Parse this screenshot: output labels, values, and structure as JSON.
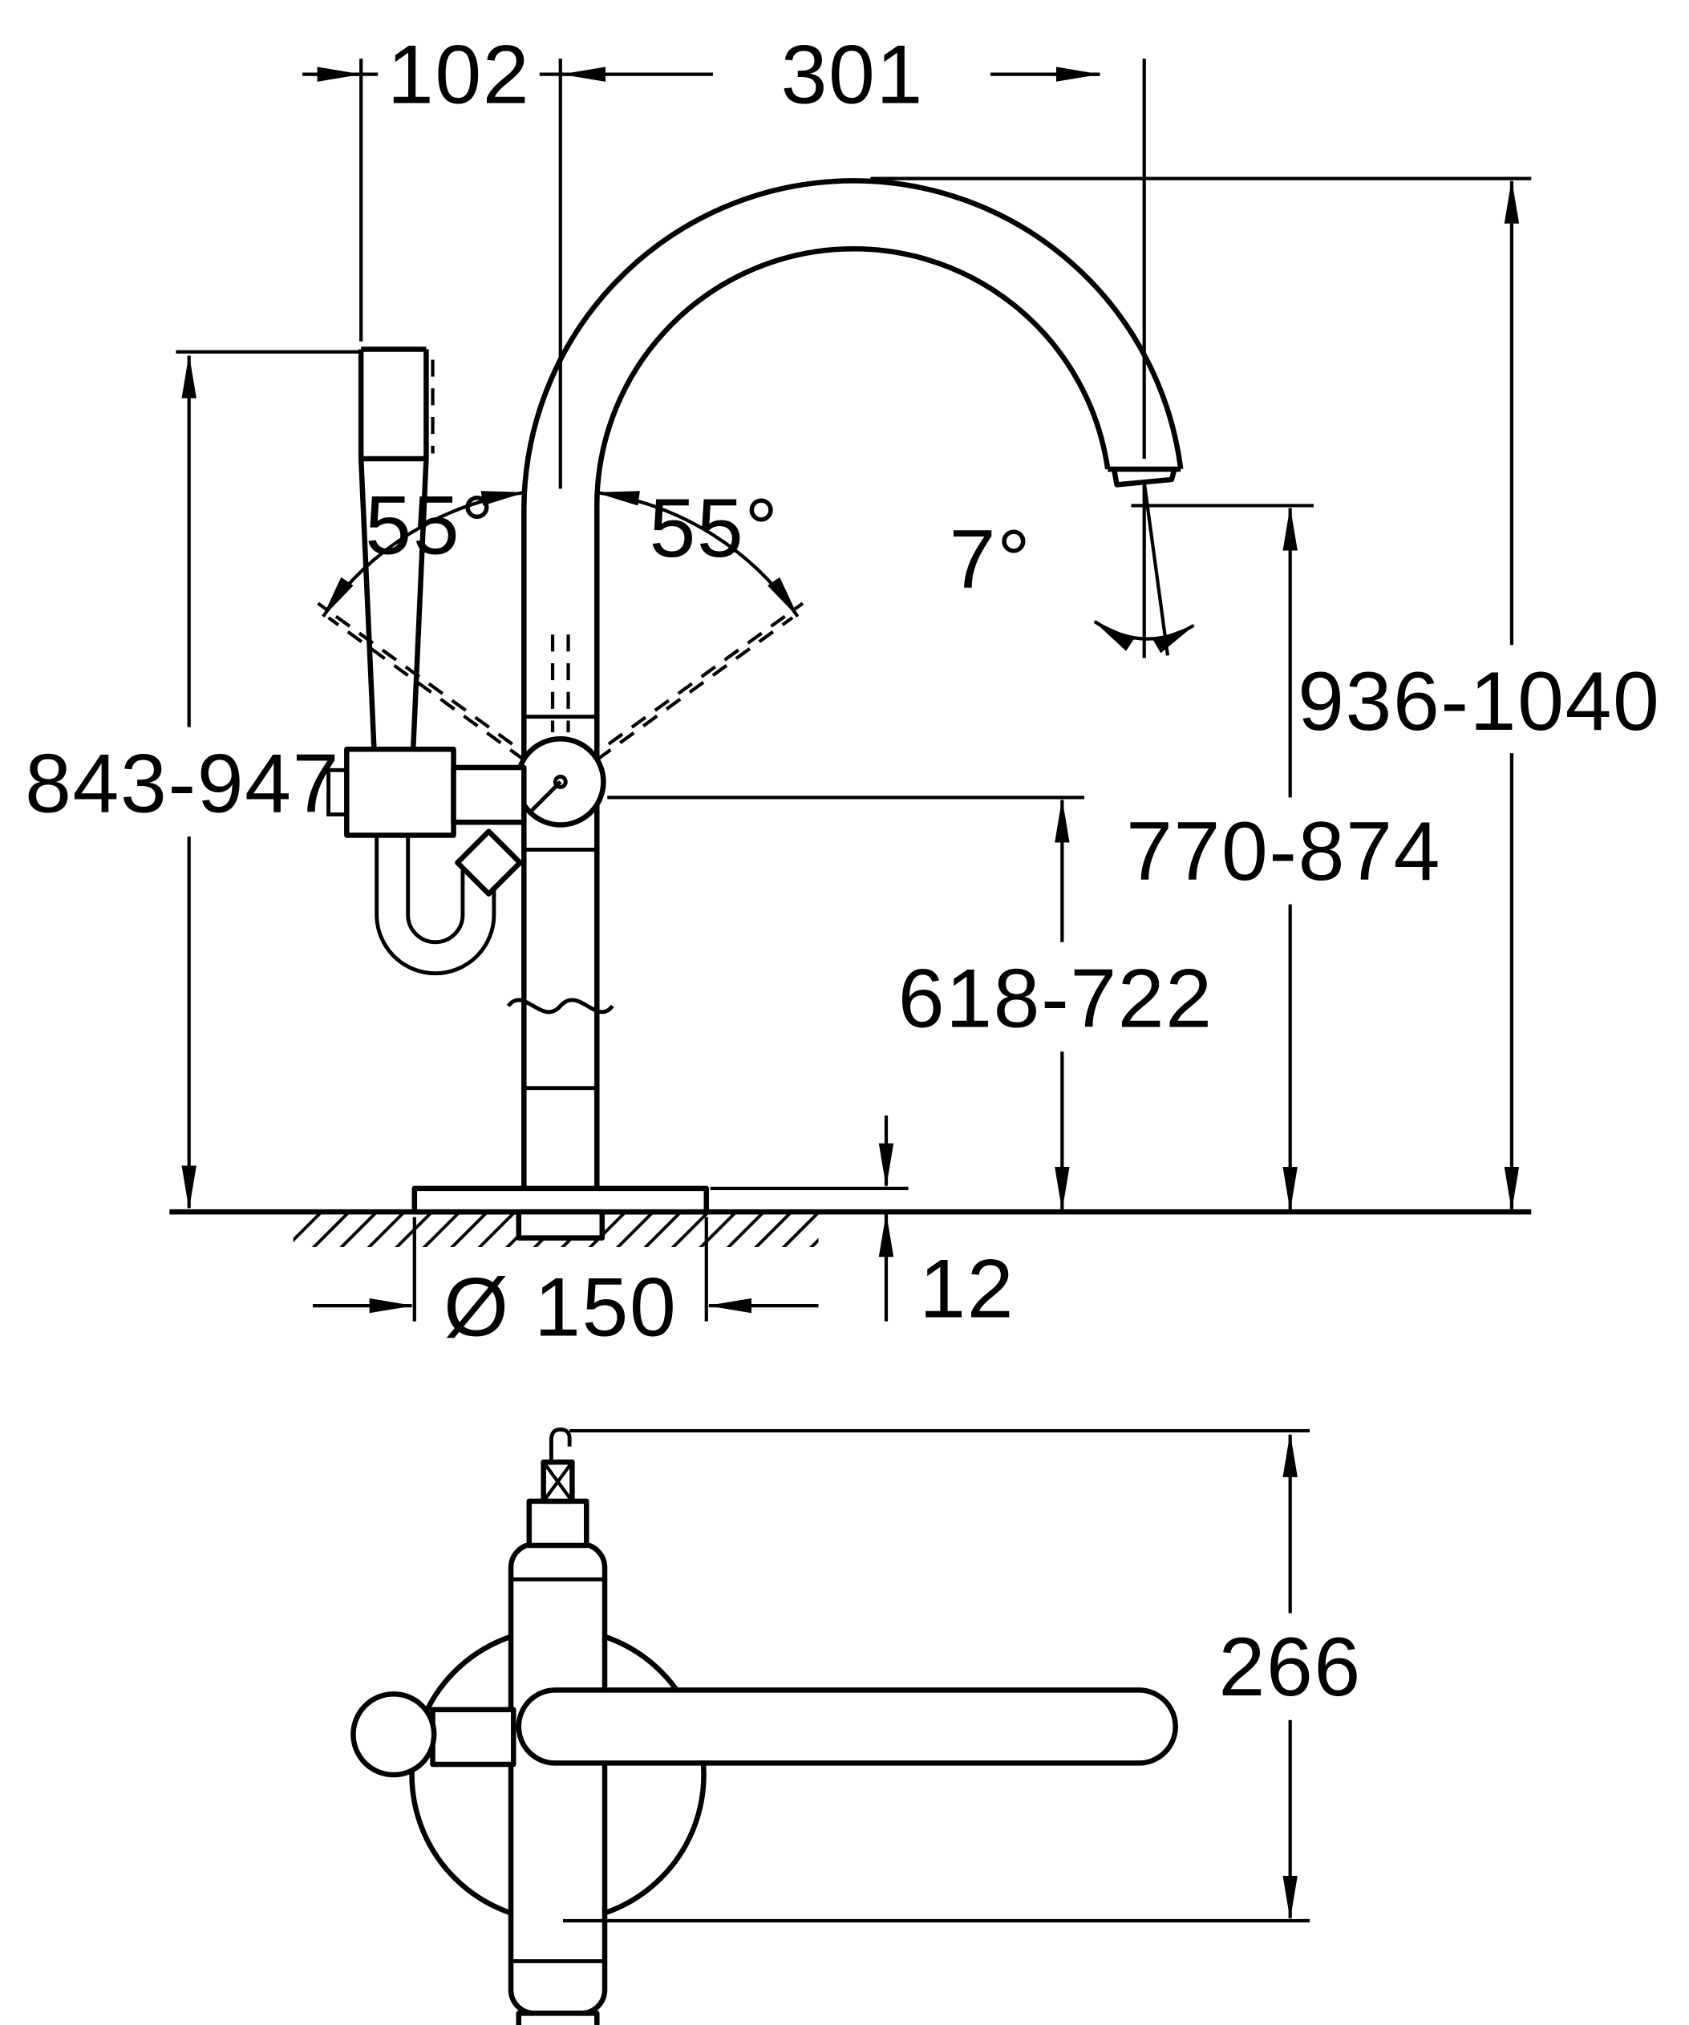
{
  "drawing_type": "faucet-installation-dimension-drawing",
  "front_view": {
    "dim_offset": "102",
    "dim_reach": "301",
    "dim_swivel_left": "55°",
    "dim_swivel_right": "55°",
    "dim_spout_angle": "7°",
    "dim_height_total": "936-1040",
    "dim_height_handshower": "843-947",
    "dim_height_outlet": "770-874",
    "dim_height_joint": "618-722",
    "dim_base_diameter": "Ø 150",
    "dim_plate_thickness": "12"
  },
  "plan_view": {
    "dim_depth": "266"
  },
  "colors": {
    "line": "#000000",
    "background": "#ffffff"
  }
}
